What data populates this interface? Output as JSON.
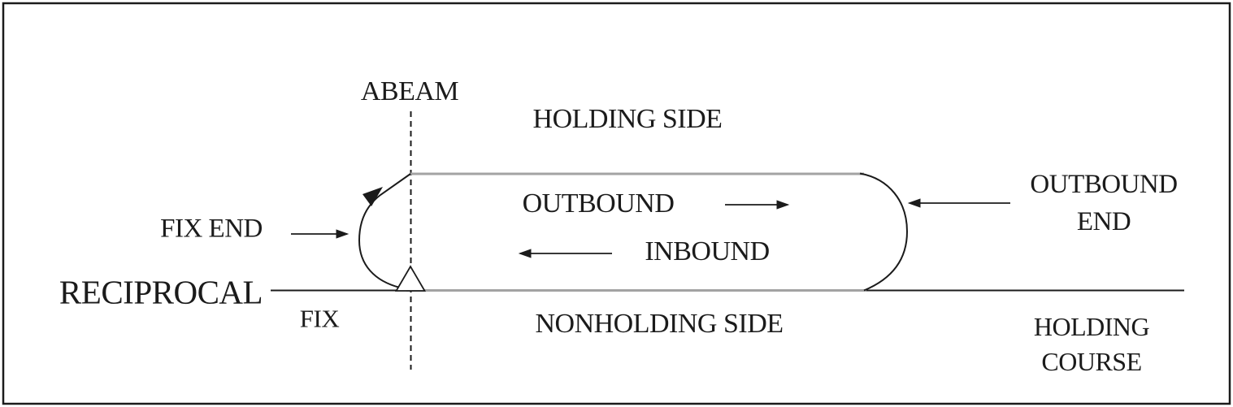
{
  "diagram": {
    "type": "holding-pattern-diagram",
    "labels": {
      "abeam": "ABEAM",
      "holding_side": "HOLDING SIDE",
      "outbound": "OUTBOUND",
      "inbound": "INBOUND",
      "fix_end": "FIX END",
      "reciprocal": "RECIPROCAL",
      "fix": "FIX",
      "nonholding_side": "NONHOLDING SIDE",
      "outbound_end": {
        "line1": "OUTBOUND",
        "line2": "END"
      },
      "holding_course": {
        "line1": "HOLDING",
        "line2": "COURSE"
      }
    },
    "icons": {
      "fix_symbol": "triangle-fix-icon",
      "turn_direction": "curved-arrow-icon"
    },
    "colors": {
      "ink": "#1b1b1b",
      "leg_gray": "#a3a3a3",
      "background": "#ffffff"
    }
  }
}
